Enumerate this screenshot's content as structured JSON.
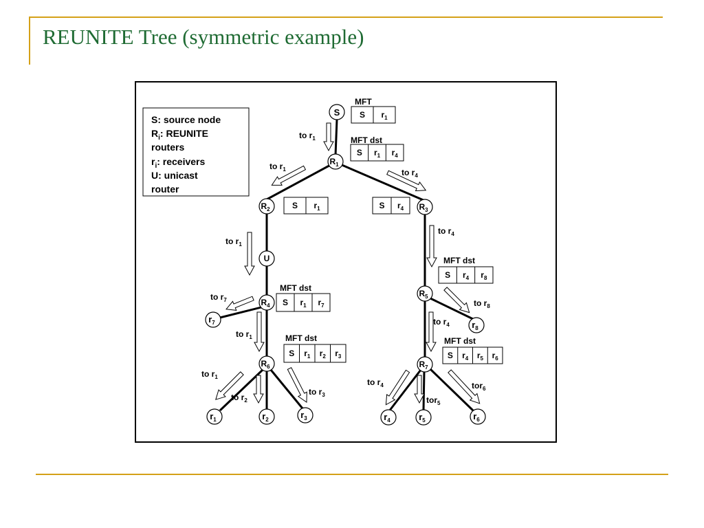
{
  "slide": {
    "title": "REUNITE Tree (symmetric example)",
    "accent_color": "#d4a017",
    "title_color": "#1f6b33"
  },
  "legend": {
    "lines": [
      {
        "text": "S: source node"
      },
      {
        "text": "R",
        "sub": "i",
        "rest": ": REUNITE"
      },
      {
        "text": "routers"
      },
      {
        "text": "r",
        "sub": "i",
        "rest": ": receivers"
      },
      {
        "text": "U: unicast"
      },
      {
        "text": "router"
      }
    ]
  },
  "nodes": {
    "S": {
      "text": "S"
    },
    "R1": {
      "text": "R",
      "sub": "1"
    },
    "R2": {
      "text": "R",
      "sub": "2"
    },
    "R3": {
      "text": "R",
      "sub": "3"
    },
    "U": {
      "text": "U"
    },
    "R4": {
      "text": "R",
      "sub": "4"
    },
    "R5": {
      "text": "R",
      "sub": "5"
    },
    "R6": {
      "text": "R",
      "sub": "6"
    },
    "R7": {
      "text": "R",
      "sub": "7"
    },
    "r1": {
      "text": "r",
      "sub": "1"
    },
    "r2": {
      "text": "r",
      "sub": "2"
    },
    "r3": {
      "text": "r",
      "sub": "3"
    },
    "r4": {
      "text": "r",
      "sub": "4"
    },
    "r5": {
      "text": "r",
      "sub": "5"
    },
    "r6": {
      "text": "r",
      "sub": "6"
    },
    "r7": {
      "text": "r",
      "sub": "7"
    },
    "r8": {
      "text": "r",
      "sub": "8"
    }
  },
  "tables": {
    "t_S": {
      "header": "MFT",
      "cells": [
        {
          "t": "S"
        },
        {
          "t": "r",
          "s": "1"
        }
      ]
    },
    "t_R1": {
      "header": "MFT dst",
      "cells": [
        {
          "t": "S"
        },
        {
          "t": "r",
          "s": "1"
        },
        {
          "t": "r",
          "s": "4"
        }
      ]
    },
    "t_R2": {
      "header": "",
      "cells": [
        {
          "t": "S"
        },
        {
          "t": "r",
          "s": "1"
        }
      ]
    },
    "t_R3": {
      "header": "",
      "cells": [
        {
          "t": "S"
        },
        {
          "t": "r",
          "s": "4"
        }
      ]
    },
    "t_R4": {
      "header": "MFT  dst",
      "cells": [
        {
          "t": "S"
        },
        {
          "t": "r",
          "s": "1"
        },
        {
          "t": "r",
          "s": "7"
        }
      ]
    },
    "t_R5": {
      "header": "MFT  dst",
      "cells": [
        {
          "t": "S"
        },
        {
          "t": "r",
          "s": "4"
        },
        {
          "t": "r",
          "s": "8"
        }
      ]
    },
    "t_R6": {
      "header": "MFT  dst",
      "cells": [
        {
          "t": "S"
        },
        {
          "t": "r",
          "s": "1"
        },
        {
          "t": "r",
          "s": "2"
        },
        {
          "t": "r",
          "s": "3"
        }
      ]
    },
    "t_R7": {
      "header": "MFT  dst",
      "cells": [
        {
          "t": "S"
        },
        {
          "t": "r",
          "s": "4"
        },
        {
          "t": "r",
          "s": "5"
        },
        {
          "t": "r",
          "s": "6"
        }
      ]
    }
  },
  "arrow_labels": {
    "a1": {
      "text": "to r",
      "sub": "1"
    },
    "a2": {
      "text": "to r",
      "sub": "1"
    },
    "a3": {
      "text": "to r",
      "sub": "4"
    },
    "a4": {
      "text": "to r",
      "sub": "1"
    },
    "a5": {
      "text": "to r",
      "sub": "4"
    },
    "a6": {
      "text": "to r",
      "sub": "7"
    },
    "a7": {
      "text": "to r",
      "sub": "8"
    },
    "a8": {
      "text": "to r",
      "sub": "1"
    },
    "a9": {
      "text": "to r",
      "sub": "4"
    },
    "a10": {
      "text": "to r",
      "sub": "1"
    },
    "a11": {
      "text": "to r",
      "sub": "2"
    },
    "a12": {
      "text": "to r",
      "sub": "3"
    },
    "a13": {
      "text": "to r",
      "sub": "4"
    },
    "a14": {
      "text": "tor",
      "sub": "5"
    },
    "a15": {
      "text": "tor",
      "sub": "6"
    }
  }
}
